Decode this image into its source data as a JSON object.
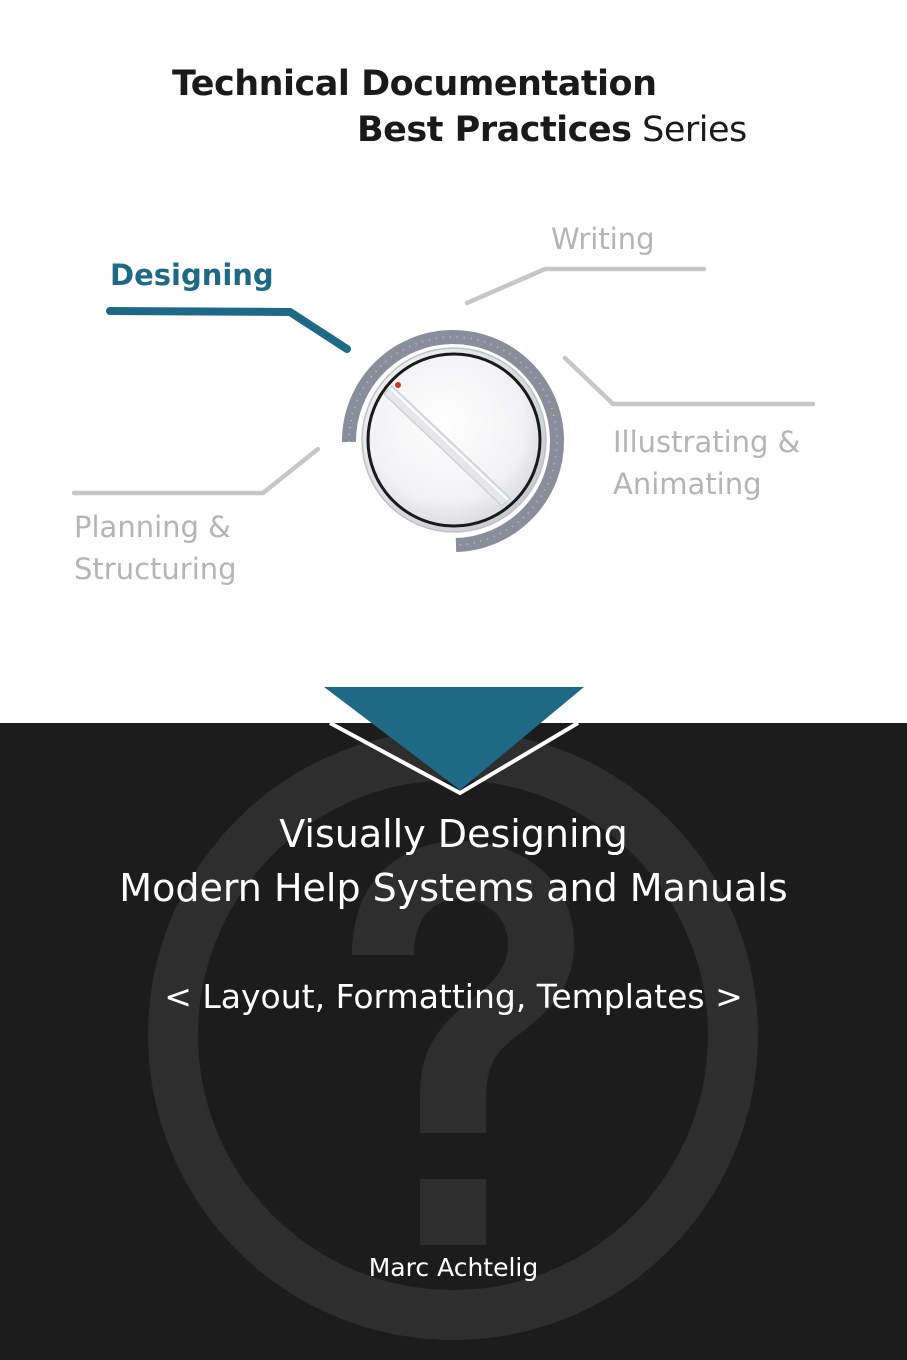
{
  "series": {
    "line1": "Technical Documentation",
    "line2_bold": "Best Practices",
    "line2_rest": " Series"
  },
  "dial": {
    "active_label": "Designing",
    "labels": {
      "writing": "Writing",
      "illustrating_1": "Illustrating &",
      "illustrating_2": "Animating",
      "planning_1": "Planning &",
      "planning_2": "Structuring"
    }
  },
  "book": {
    "title_line1": "Visually Designing",
    "title_line2": "Modern Help Systems and Manuals",
    "subtitle": "< Layout, Formatting, Templates >",
    "author": "Marc Achtelig"
  },
  "colors": {
    "accent": "#1e6a86",
    "dark_panel": "#1c1c1c",
    "muted_label": "#b5b5b5",
    "dial_scale": "#8a8d9a"
  },
  "icons": {
    "background_mark": "question-mark-circle-icon",
    "dial": "dial-knob-icon",
    "divider": "down-triangle-icon"
  }
}
